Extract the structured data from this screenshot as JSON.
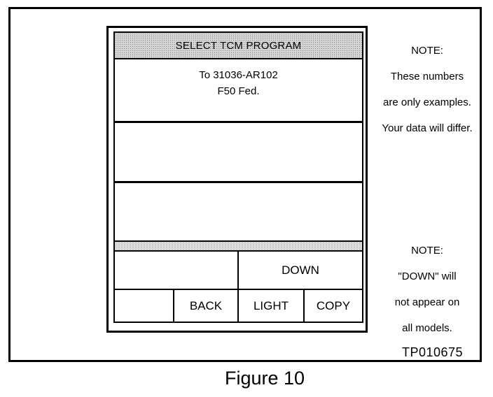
{
  "screen": {
    "title": "SELECT TCM PROGRAM",
    "program_line1": "To 31036-AR102",
    "program_line2": "F50 Fed."
  },
  "buttons": {
    "down": "DOWN",
    "back": "BACK",
    "light": "LIGHT",
    "copy": "COPY"
  },
  "note1": {
    "heading": "NOTE:",
    "lines": [
      "These numbers",
      "are only examples.",
      "Your data will differ."
    ]
  },
  "note2": {
    "heading": "NOTE:",
    "lines": [
      "\"DOWN\" will",
      "not appear on",
      "all models."
    ]
  },
  "figure_code": "TP010675",
  "caption": "Figure 10"
}
